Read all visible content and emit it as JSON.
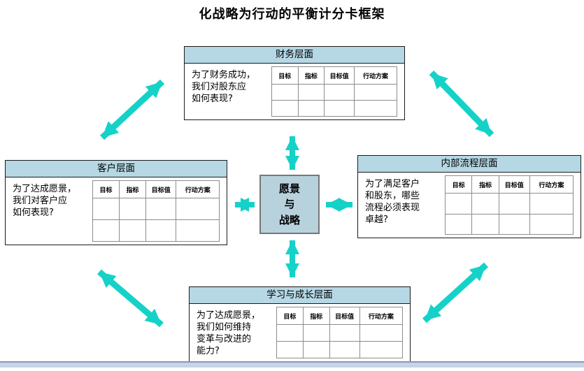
{
  "title": "化战略为行动的平衡计分卡框架",
  "colors": {
    "arrow": "#15d2c8",
    "panel_header_bg": "#b6d7e4",
    "center_bg": "#b7d2dd",
    "table_border": "#8c8c8c",
    "footer_line": "#8499ba",
    "footer_band": "#c7d4e5"
  },
  "table_columns": [
    "目标",
    "指标",
    "目标值",
    "行动方案"
  ],
  "table_empty_rows": 2,
  "panels": {
    "financial": {
      "header": "财务层面",
      "question": "为了财务成功，\n我们对股东应\n如何表现?"
    },
    "customer": {
      "header": "客户层面",
      "question": "为了达成愿景，\n我们对客户应\n如何表现?"
    },
    "internal": {
      "header": "内部流程层面",
      "question": "为了满足客户\n和股东，哪些\n流程必须表现\n卓越?"
    },
    "learning": {
      "header": "学习与成长层面",
      "question": "为了达成愿景，\n我们如何维持\n变革与改进的\n能力?"
    }
  },
  "center": {
    "lines": [
      "愿景",
      "与",
      "战略"
    ]
  }
}
